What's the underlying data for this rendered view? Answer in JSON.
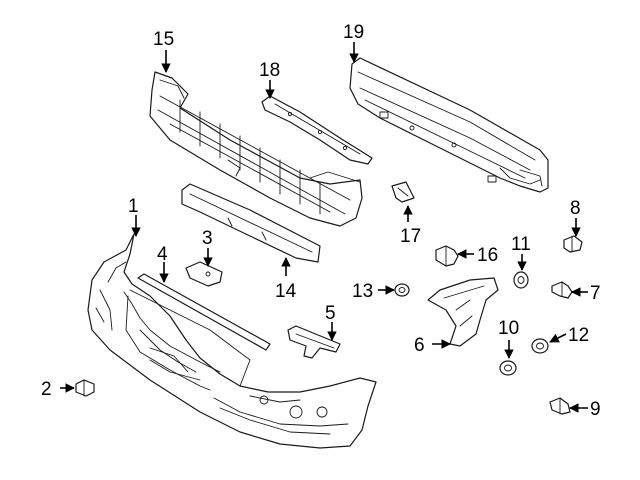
{
  "colors": {
    "line": "#1a1a1a",
    "background": "#ffffff",
    "shade": "#d9d9d9"
  },
  "callouts": [
    {
      "id": "c1",
      "label": "1"
    },
    {
      "id": "c2",
      "label": "2"
    },
    {
      "id": "c3",
      "label": "3"
    },
    {
      "id": "c4",
      "label": "4"
    },
    {
      "id": "c5",
      "label": "5"
    },
    {
      "id": "c6",
      "label": "6"
    },
    {
      "id": "c7",
      "label": "7"
    },
    {
      "id": "c8",
      "label": "8"
    },
    {
      "id": "c9",
      "label": "9"
    },
    {
      "id": "c10",
      "label": "10"
    },
    {
      "id": "c11",
      "label": "11"
    },
    {
      "id": "c12",
      "label": "12"
    },
    {
      "id": "c13",
      "label": "13"
    },
    {
      "id": "c14",
      "label": "14"
    },
    {
      "id": "c15",
      "label": "15"
    },
    {
      "id": "c16",
      "label": "16"
    },
    {
      "id": "c17",
      "label": "17"
    },
    {
      "id": "c18",
      "label": "18"
    },
    {
      "id": "c19",
      "label": "19"
    }
  ]
}
